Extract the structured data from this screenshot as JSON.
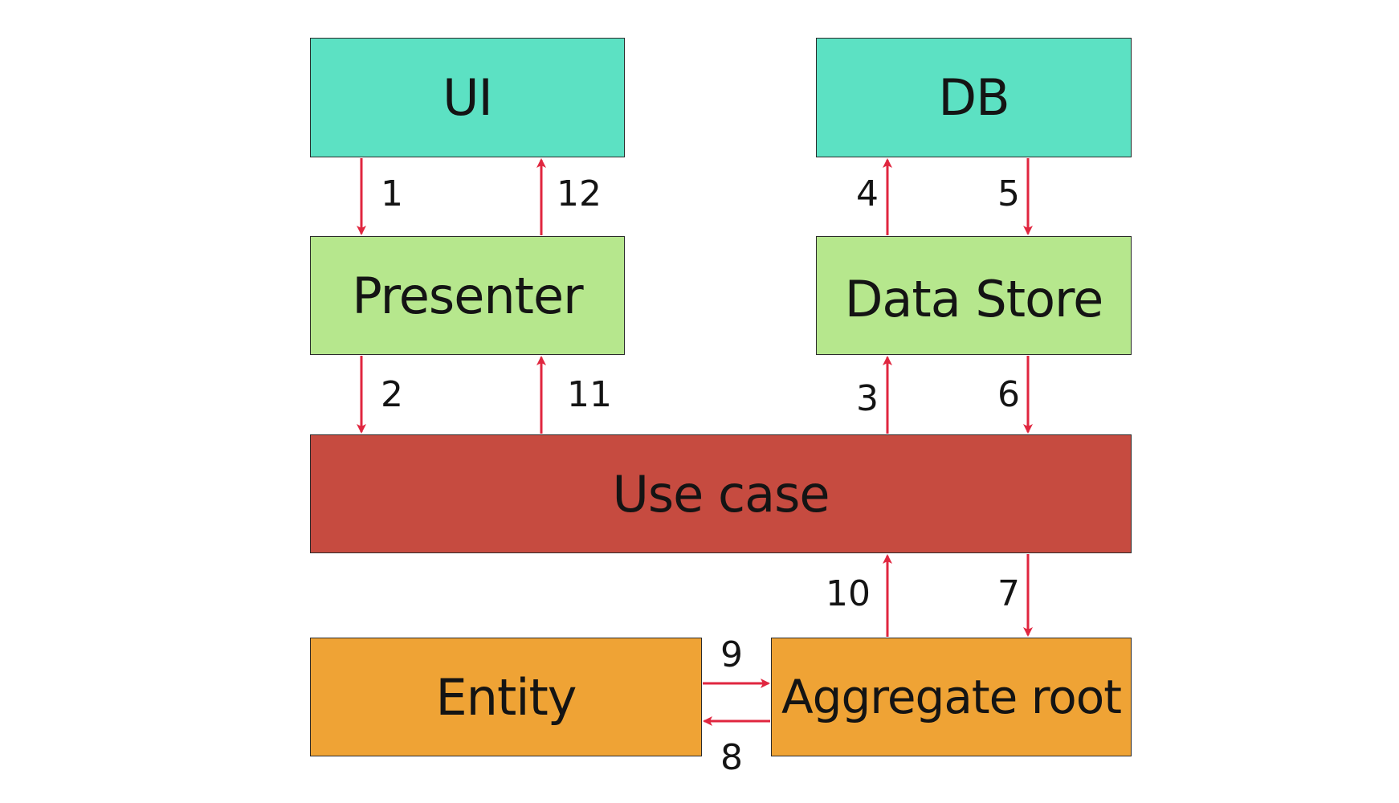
{
  "boxes": {
    "ui": "UI",
    "db": "DB",
    "presenter": "Presenter",
    "data_store": "Data Store",
    "use_case": "Use case",
    "entity": "Entity",
    "aggregate_root": "Aggregate root"
  },
  "steps": [
    "1",
    "2",
    "3",
    "4",
    "5",
    "6",
    "7",
    "8",
    "9",
    "10",
    "11",
    "12"
  ],
  "colors": {
    "io_layer": "#5ce1c3",
    "adapter_layer": "#b6e78d",
    "use_case_layer": "#c64b40",
    "domain_layer": "#efa335",
    "arrow": "#e0263f",
    "border": "#2b2b2b"
  }
}
